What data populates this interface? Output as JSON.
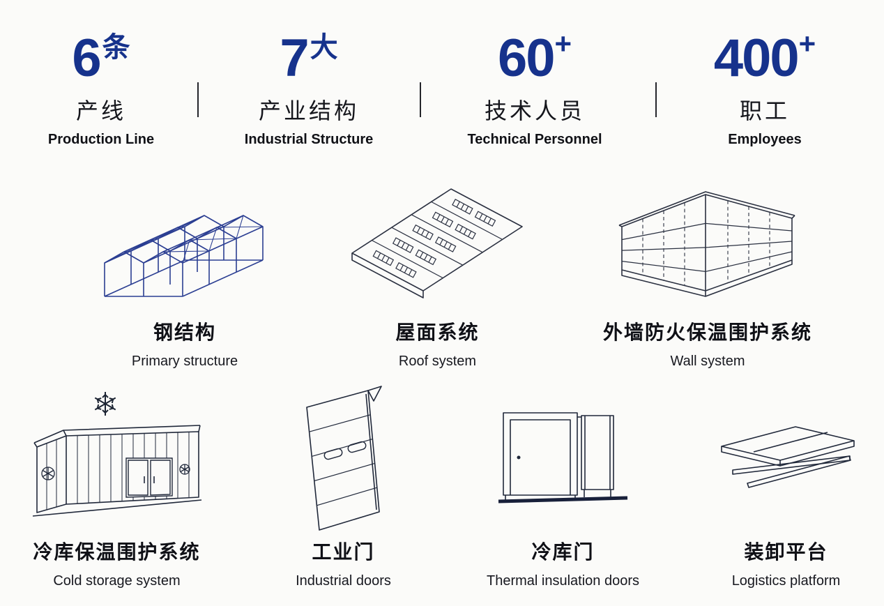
{
  "stats": [
    {
      "number": "6",
      "unit": "条",
      "label_cn": "产线",
      "label_en": "Production Line"
    },
    {
      "number": "7",
      "unit": "大",
      "label_cn": "产业结构",
      "label_en": "Industrial Structure"
    },
    {
      "number": "60",
      "unit": "+",
      "label_cn": "技术人员",
      "label_en": "Technical Personnel"
    },
    {
      "number": "400",
      "unit": "+",
      "label_cn": "职工",
      "label_en": "Employees"
    }
  ],
  "products": [
    {
      "label_cn": "钢结构",
      "label_en": "Primary structure",
      "icon": "steel-structure-icon"
    },
    {
      "label_cn": "屋面系统",
      "label_en": "Roof system",
      "icon": "roof-system-icon"
    },
    {
      "label_cn": "外墙防火保温围护系统",
      "label_en": "Wall system",
      "icon": "wall-system-icon"
    },
    {
      "label_cn": "冷库保温围护系统",
      "label_en": "Cold storage system",
      "icon": "cold-storage-icon"
    },
    {
      "label_cn": "工业门",
      "label_en": "Industrial doors",
      "icon": "industrial-door-icon"
    },
    {
      "label_cn": "冷库门",
      "label_en": "Thermal insulation doors",
      "icon": "cold-storage-door-icon"
    },
    {
      "label_cn": "装卸平台",
      "label_en": "Logistics platform",
      "icon": "loading-platform-icon"
    }
  ],
  "colors": {
    "accent_blue": "#16328c",
    "steel_blue": "#2b3e92",
    "line_ink": "#232b3d",
    "text_ink": "#101116",
    "background": "#fbfbf9"
  }
}
